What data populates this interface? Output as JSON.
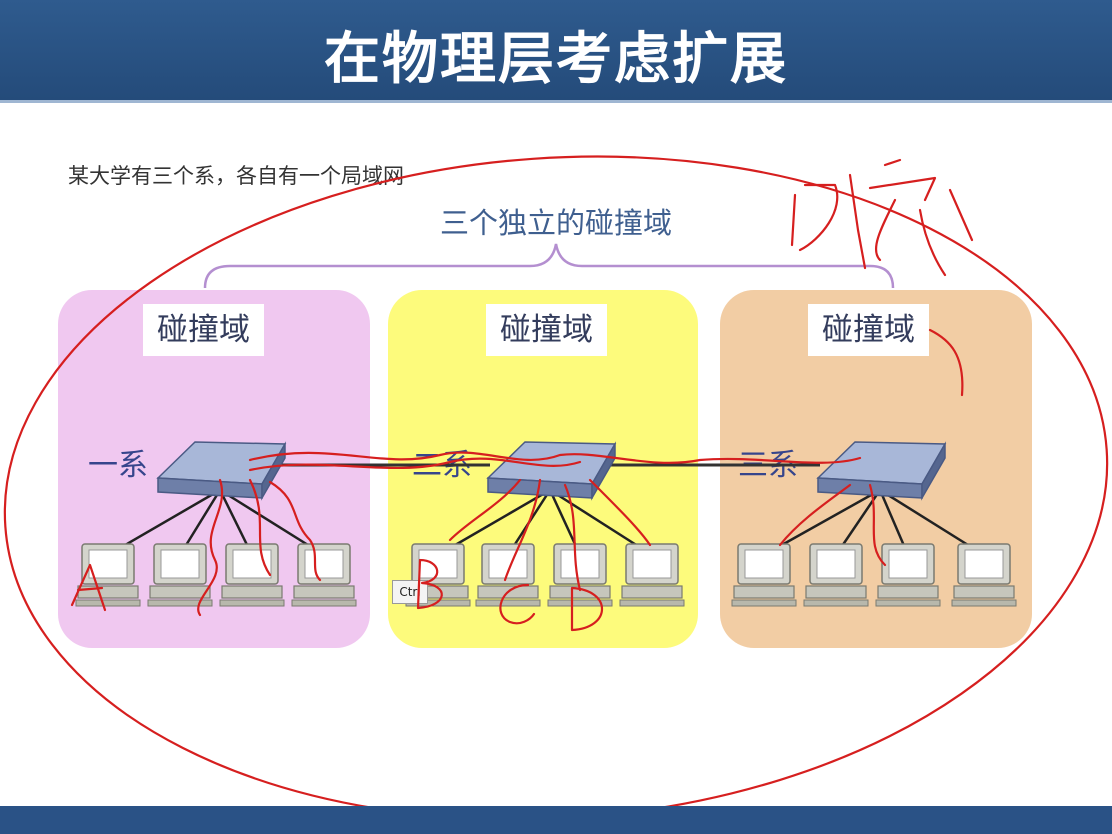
{
  "slide": {
    "title": "在物理层考虑扩展",
    "intro": "某大学有三个系，各自有一个局域网",
    "brace_label": "三个独立的碰撞域"
  },
  "domains": [
    {
      "label": "碰撞域",
      "dept": "一系",
      "color": "#f0c8f0",
      "hosts": 4
    },
    {
      "label": "碰撞域",
      "dept": "二系",
      "color": "#fdfb7c",
      "hosts": 4
    },
    {
      "label": "碰撞域",
      "dept": "三系",
      "color": "#f2cda4",
      "hosts": 4
    }
  ],
  "cursor_tooltip": "Ctrl",
  "handwritten_annotations": [
    "A",
    "B",
    "C",
    "D",
    "比如"
  ],
  "colors": {
    "header": "#2a5286",
    "brace": "#b48fd0",
    "annotation": "#d61f1f"
  }
}
